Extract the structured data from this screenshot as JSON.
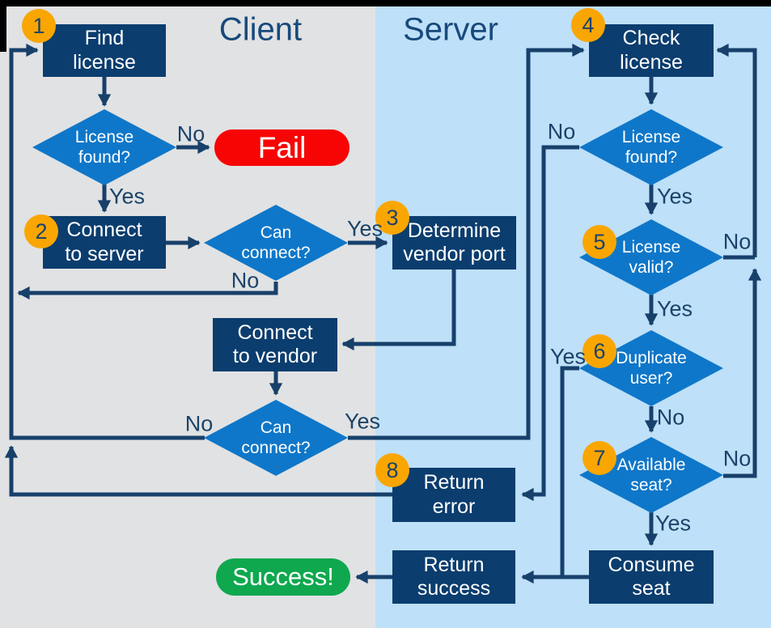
{
  "header": {
    "client_title": "Client",
    "server_title": "Server"
  },
  "steps": {
    "1": "1",
    "2": "2",
    "3": "3",
    "4": "4",
    "5": "5",
    "6": "6",
    "7": "7",
    "8": "8"
  },
  "nodes": {
    "find_license": "Find\nlicense",
    "connect_server": "Connect\nto server",
    "determine_port": "Determine\nvendor port",
    "connect_vendor": "Connect\nto vendor",
    "check_license": "Check\nlicense",
    "return_error": "Return\nerror",
    "return_success": "Return\nsuccess",
    "consume_seat": "Consume\nseat"
  },
  "decisions": {
    "license_found_client": "License\nfound?",
    "can_connect_1": "Can\nconnect?",
    "can_connect_2": "Can\nconnect?",
    "license_found_server": "License\nfound?",
    "license_valid": "License\nvalid?",
    "duplicate_user": "Duplicate\nuser?",
    "available_seat": "Available\nseat?"
  },
  "terminators": {
    "fail": "Fail",
    "success": "Success!"
  },
  "edge_labels": {
    "client_license_found_no": "No",
    "client_license_found_yes": "Yes",
    "can_connect1_yes": "Yes",
    "can_connect1_no": "No",
    "can_connect2_yes": "Yes",
    "can_connect2_no": "No",
    "server_license_found_no": "No",
    "server_license_found_yes": "Yes",
    "license_valid_no": "No",
    "license_valid_yes": "Yes",
    "duplicate_user_yes": "Yes",
    "duplicate_user_no": "No",
    "available_seat_no": "No",
    "available_seat_yes": "Yes"
  },
  "colors": {
    "client_bg": "#e1e2e3",
    "server_bg": "#bee0f8",
    "node": "#0b3d6e",
    "decision": "#0f77c9",
    "fail": "#f70505",
    "success": "#0fa84f",
    "step": "#f9a602",
    "line": "#17406b",
    "label": "#1b4369",
    "title": "#17497c",
    "white_text": "#ffffff",
    "frame": "#000000"
  }
}
